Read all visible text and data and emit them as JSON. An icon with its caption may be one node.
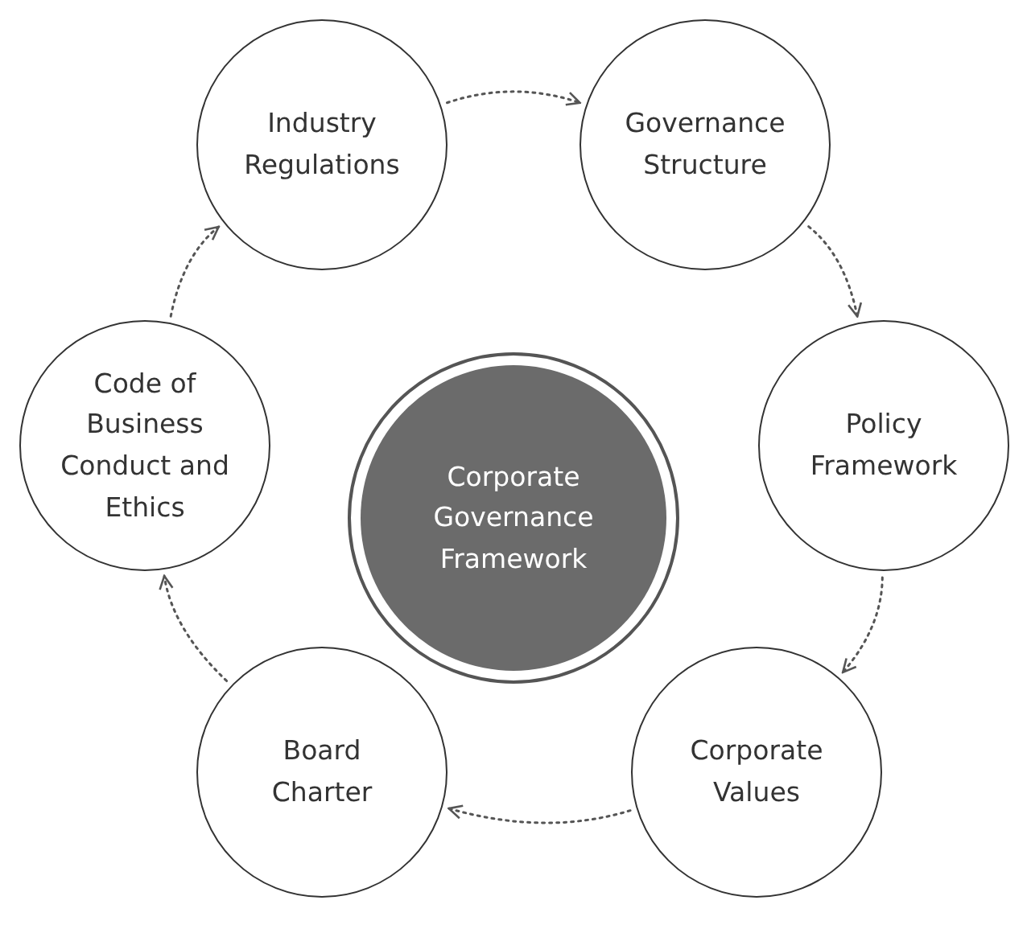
{
  "diagram": {
    "nodes": [
      {
        "text": [
          "Corporate Governance Framework"
        ]
      },
      {
        "text": [
          "Industry Regulations"
        ]
      },
      {
        "text": [
          "Governance Structure"
        ]
      },
      {
        "text": [
          "Policy Framework"
        ]
      },
      {
        "text": [
          "Corporate Values"
        ]
      },
      {
        "text": [
          "Board Charter"
        ]
      },
      {
        "text": [
          "Code of Business Conduct and Ethics"
        ]
      }
    ],
    "edges": [
      {
        "from": 1,
        "to": 2,
        "arrow": "to",
        "style": "dashed"
      },
      {
        "from": 2,
        "to": 3,
        "arrow": "to",
        "style": "dashed"
      },
      {
        "from": 3,
        "to": 4,
        "arrow": "to",
        "style": "dashed"
      },
      {
        "from": 4,
        "to": 5,
        "arrow": "to",
        "style": "dashed"
      },
      {
        "from": 5,
        "to": 6,
        "arrow": "to",
        "style": "dashed"
      },
      {
        "from": 6,
        "to": 1,
        "arrow": "to",
        "style": "dashed"
      }
    ]
  }
}
